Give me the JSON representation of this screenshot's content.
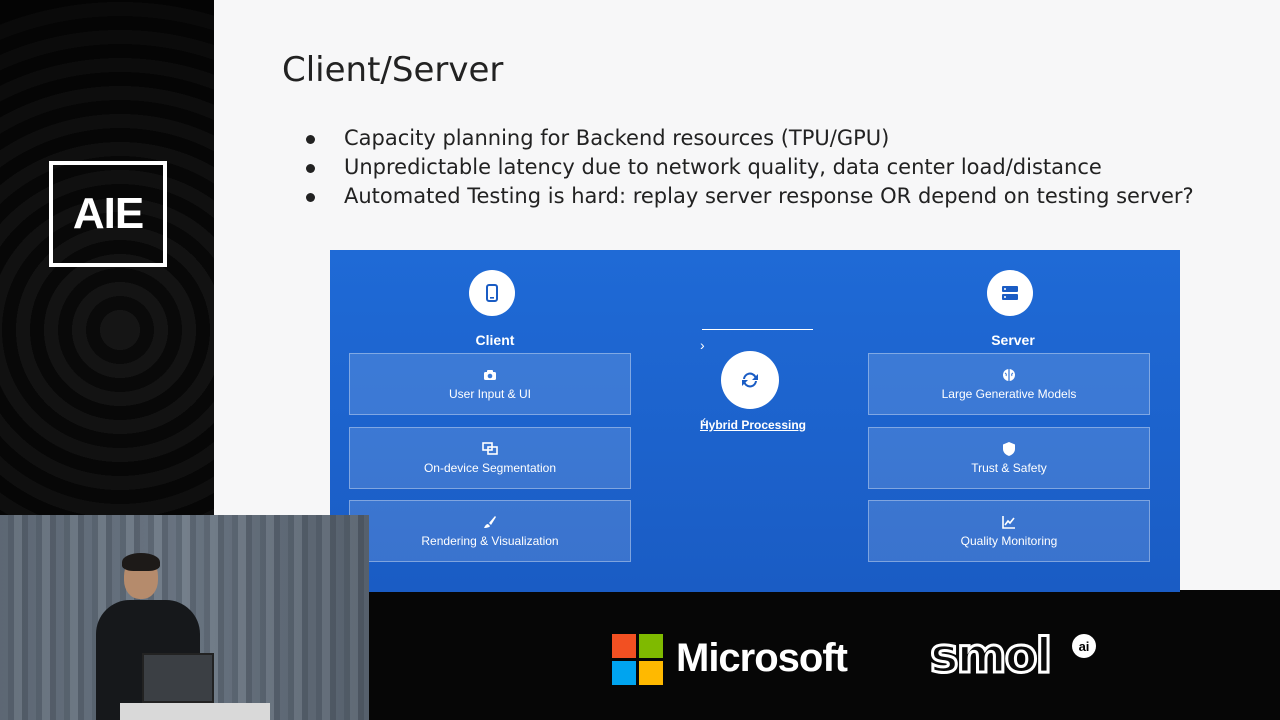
{
  "event": {
    "logo_text": "AIE"
  },
  "slide": {
    "title": "Client/Server",
    "bullets": [
      "Capacity planning for Backend resources (TPU/GPU)",
      "Unpredictable latency due to network quality, data center load/distance",
      "Automated Testing is hard: replay server response OR depend on testing server?"
    ]
  },
  "diagram": {
    "client": {
      "label": "Client",
      "icon": "phone-icon",
      "boxes": [
        {
          "label": "User Input & UI",
          "icon": "camera-icon"
        },
        {
          "label": "On-device Segmentation",
          "icon": "segmentation-icon"
        },
        {
          "label": "Rendering & Visualization",
          "icon": "brush-icon"
        }
      ]
    },
    "hybrid": {
      "label": "Hybrid Processing",
      "icon": "sync-icon"
    },
    "server": {
      "label": "Server",
      "icon": "server-icon",
      "boxes": [
        {
          "label": "Large Generative Models",
          "icon": "brain-icon"
        },
        {
          "label": "Trust & Safety",
          "icon": "shield-icon"
        },
        {
          "label": "Quality Monitoring",
          "icon": "chart-icon"
        }
      ]
    },
    "colors": {
      "background": "#1f6ad6",
      "icon": "#1a5cc4"
    }
  },
  "sponsors": {
    "microsoft": "Microsoft",
    "smol": "smol",
    "smol_badge": "ai",
    "microsoft_colors": [
      "#f25022",
      "#7fba00",
      "#00a4ef",
      "#ffb900"
    ]
  }
}
